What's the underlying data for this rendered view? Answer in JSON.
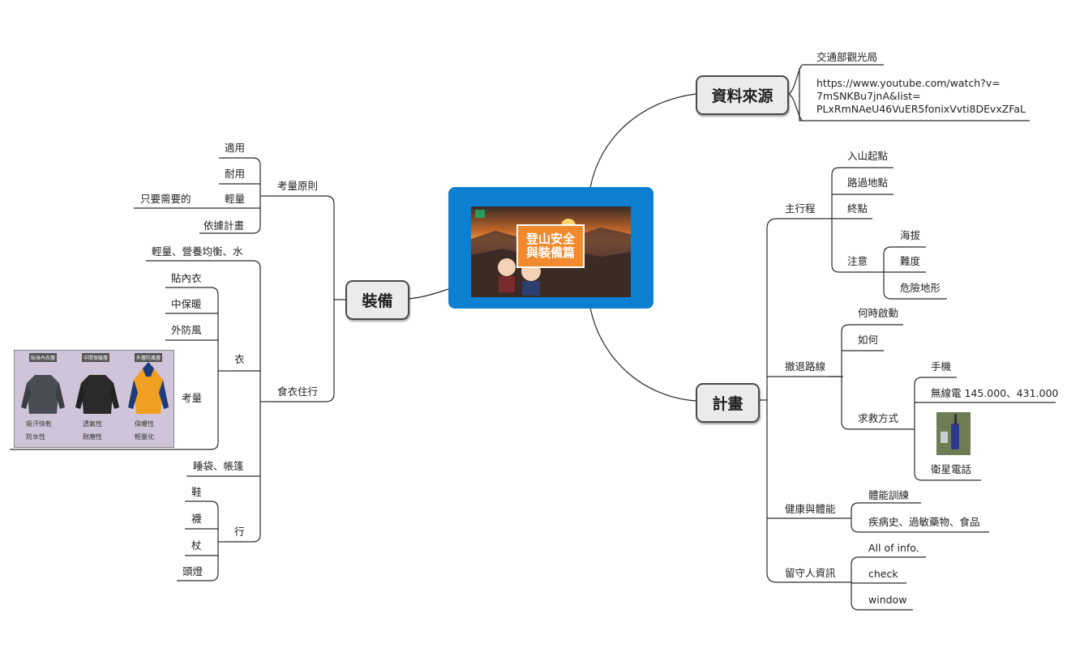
{
  "central": {
    "banner_title_line1": "登山安全",
    "banner_title_line2": "與裝備篇"
  },
  "source": {
    "title": "資料來源",
    "org": "交通部觀光局",
    "url_line1": "https://www.youtube.com/watch?v=",
    "url_line2": "7mSNKBu7jnA&list=",
    "url_line3": "PLxRmNAeU46VuER5fonixVvti8DEvxZFaL"
  },
  "plan": {
    "title": "計畫",
    "itinerary": {
      "label": "主行程",
      "items": [
        "入山起點",
        "路過地點",
        "終點"
      ],
      "note": {
        "label": "注意",
        "items": [
          "海拔",
          "難度",
          "危險地形"
        ]
      }
    },
    "retreat": {
      "label": "撤退路線",
      "items": [
        "何時啟動",
        "如何"
      ],
      "rescue": {
        "label": "求救方式",
        "items": [
          "手機",
          "無線電 145.000、431.000",
          "衛星電話"
        ]
      }
    },
    "health": {
      "label": "健康與體能",
      "items": [
        "體能訓練",
        "疾病史、過敏藥物、食品"
      ]
    },
    "contact": {
      "label": "留守人資訊",
      "items": [
        "All of info.",
        "check",
        "window"
      ]
    }
  },
  "equipment": {
    "title": "裝備",
    "principles": {
      "label": "考量原則",
      "items": [
        "適用",
        "耐用",
        "輕量",
        "依據計畫"
      ],
      "light_note": "只要需要的"
    },
    "daily": {
      "label": "食衣住行",
      "food": "輕量、營養均衡、水",
      "clothing": {
        "label": "衣",
        "items": [
          "貼內衣",
          "中保暖",
          "外防風"
        ],
        "consider": "考量",
        "image_headers": [
          "貼身內衣層",
          "中間保暖層",
          "外層防風層"
        ],
        "image_features": [
          "吸汗快乾",
          "透氣性",
          "保暖性",
          "防水性",
          "耐磨性",
          "輕量化"
        ]
      },
      "lodging": "睡袋、帳篷",
      "travel": {
        "label": "行",
        "items": [
          "鞋",
          "襪",
          "杖",
          "頭燈"
        ]
      }
    }
  }
}
